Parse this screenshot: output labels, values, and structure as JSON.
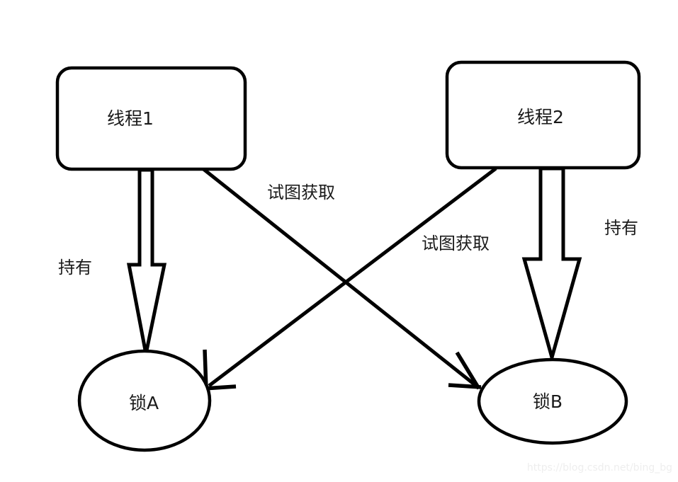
{
  "diagram": {
    "title": "deadlock-diagram",
    "background_color": "#ffffff",
    "stroke_color": "#000000",
    "text_color": "#1a1a1a",
    "nodes": [
      {
        "id": "thread1",
        "shape": "rounded-rect",
        "label": "线程1"
      },
      {
        "id": "thread2",
        "shape": "rounded-rect",
        "label": "线程2"
      },
      {
        "id": "lockA",
        "shape": "ellipse",
        "label": "锁A"
      },
      {
        "id": "lockB",
        "shape": "ellipse",
        "label": "锁B"
      }
    ],
    "edges": [
      {
        "id": "hold-a",
        "from": "thread1",
        "to": "lockA",
        "label": "持有",
        "style": "block-arrow"
      },
      {
        "id": "hold-b",
        "from": "thread2",
        "to": "lockB",
        "label": "持有",
        "style": "block-arrow"
      },
      {
        "id": "try-b",
        "from": "thread1",
        "to": "lockB",
        "label": "试图获取",
        "style": "line-arrow"
      },
      {
        "id": "try-a",
        "from": "thread2",
        "to": "lockA",
        "label": "试图获取",
        "style": "line-arrow"
      }
    ]
  },
  "watermark": {
    "text": "https://blog.csdn.net/bing_bg"
  }
}
